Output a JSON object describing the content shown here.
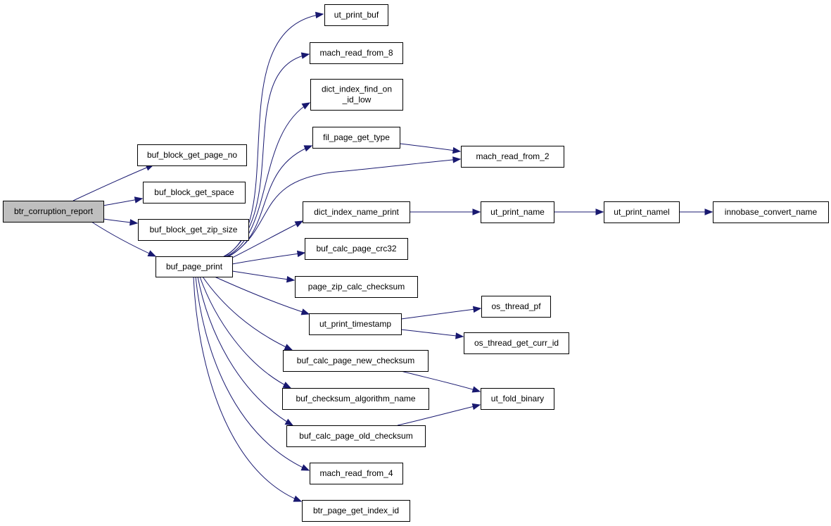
{
  "diagram": {
    "colors": {
      "edge": "#191970",
      "root_fill": "#bfbfbf",
      "node_fill": "#ffffff",
      "border": "#000000"
    },
    "nodes": [
      {
        "id": "btr_corruption_report",
        "lines": [
          "btr_corruption_report"
        ],
        "root": true
      },
      {
        "id": "buf_block_get_page_no",
        "lines": [
          "buf_block_get_page_no"
        ]
      },
      {
        "id": "buf_block_get_space",
        "lines": [
          "buf_block_get_space"
        ]
      },
      {
        "id": "buf_block_get_zip_size",
        "lines": [
          "buf_block_get_zip_size"
        ]
      },
      {
        "id": "buf_page_print",
        "lines": [
          "buf_page_print"
        ]
      },
      {
        "id": "ut_print_buf",
        "lines": [
          "ut_print_buf"
        ]
      },
      {
        "id": "mach_read_from_8",
        "lines": [
          "mach_read_from_8"
        ]
      },
      {
        "id": "dict_index_find_on_id_low",
        "lines": [
          "dict_index_find_on",
          "_id_low"
        ]
      },
      {
        "id": "fil_page_get_type",
        "lines": [
          "fil_page_get_type"
        ]
      },
      {
        "id": "mach_read_from_2",
        "lines": [
          "mach_read_from_2"
        ]
      },
      {
        "id": "dict_index_name_print",
        "lines": [
          "dict_index_name_print"
        ]
      },
      {
        "id": "ut_print_name",
        "lines": [
          "ut_print_name"
        ]
      },
      {
        "id": "ut_print_namel",
        "lines": [
          "ut_print_namel"
        ]
      },
      {
        "id": "innobase_convert_name",
        "lines": [
          "innobase_convert_name"
        ]
      },
      {
        "id": "buf_calc_page_crc32",
        "lines": [
          "buf_calc_page_crc32"
        ]
      },
      {
        "id": "page_zip_calc_checksum",
        "lines": [
          "page_zip_calc_checksum"
        ]
      },
      {
        "id": "ut_print_timestamp",
        "lines": [
          "ut_print_timestamp"
        ]
      },
      {
        "id": "os_thread_pf",
        "lines": [
          "os_thread_pf"
        ]
      },
      {
        "id": "os_thread_get_curr_id",
        "lines": [
          "os_thread_get_curr_id"
        ]
      },
      {
        "id": "buf_calc_page_new_checksum",
        "lines": [
          "buf_calc_page_new_checksum"
        ]
      },
      {
        "id": "buf_checksum_algorithm_name",
        "lines": [
          "buf_checksum_algorithm_name"
        ]
      },
      {
        "id": "ut_fold_binary",
        "lines": [
          "ut_fold_binary"
        ]
      },
      {
        "id": "buf_calc_page_old_checksum",
        "lines": [
          "buf_calc_page_old_checksum"
        ]
      },
      {
        "id": "mach_read_from_4",
        "lines": [
          "mach_read_from_4"
        ]
      },
      {
        "id": "btr_page_get_index_id",
        "lines": [
          "btr_page_get_index_id"
        ]
      }
    ],
    "edges": [
      {
        "from": "btr_corruption_report",
        "to": "buf_block_get_page_no"
      },
      {
        "from": "btr_corruption_report",
        "to": "buf_block_get_space"
      },
      {
        "from": "btr_corruption_report",
        "to": "buf_block_get_zip_size"
      },
      {
        "from": "btr_corruption_report",
        "to": "buf_page_print"
      },
      {
        "from": "buf_page_print",
        "to": "ut_print_buf"
      },
      {
        "from": "buf_page_print",
        "to": "mach_read_from_8"
      },
      {
        "from": "buf_page_print",
        "to": "dict_index_find_on_id_low"
      },
      {
        "from": "buf_page_print",
        "to": "fil_page_get_type"
      },
      {
        "from": "buf_page_print",
        "to": "mach_read_from_2"
      },
      {
        "from": "buf_page_print",
        "to": "dict_index_name_print"
      },
      {
        "from": "buf_page_print",
        "to": "buf_calc_page_crc32"
      },
      {
        "from": "buf_page_print",
        "to": "page_zip_calc_checksum"
      },
      {
        "from": "buf_page_print",
        "to": "ut_print_timestamp"
      },
      {
        "from": "buf_page_print",
        "to": "buf_calc_page_new_checksum"
      },
      {
        "from": "buf_page_print",
        "to": "buf_checksum_algorithm_name"
      },
      {
        "from": "buf_page_print",
        "to": "buf_calc_page_old_checksum"
      },
      {
        "from": "buf_page_print",
        "to": "mach_read_from_4"
      },
      {
        "from": "buf_page_print",
        "to": "btr_page_get_index_id"
      },
      {
        "from": "fil_page_get_type",
        "to": "mach_read_from_2"
      },
      {
        "from": "dict_index_name_print",
        "to": "ut_print_name"
      },
      {
        "from": "ut_print_name",
        "to": "ut_print_namel"
      },
      {
        "from": "ut_print_namel",
        "to": "innobase_convert_name"
      },
      {
        "from": "ut_print_timestamp",
        "to": "os_thread_pf"
      },
      {
        "from": "ut_print_timestamp",
        "to": "os_thread_get_curr_id"
      },
      {
        "from": "buf_calc_page_new_checksum",
        "to": "ut_fold_binary"
      },
      {
        "from": "buf_calc_page_old_checksum",
        "to": "ut_fold_binary"
      }
    ]
  }
}
